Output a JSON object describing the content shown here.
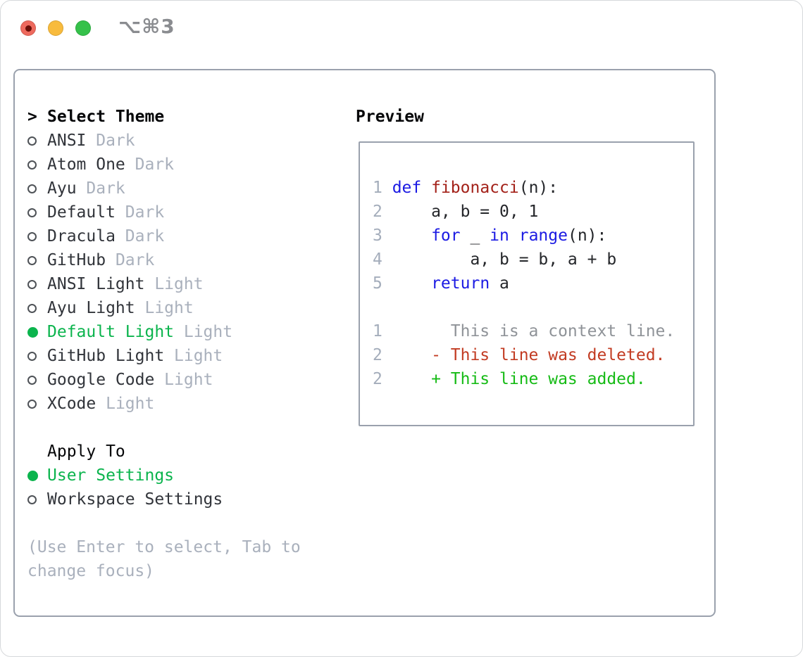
{
  "window": {
    "title": "⌥⌘3"
  },
  "theme_list": {
    "cursor": ">",
    "header": "Select Theme",
    "items": [
      {
        "name": "ANSI",
        "variant": "Dark",
        "selected": false
      },
      {
        "name": "Atom One",
        "variant": "Dark",
        "selected": false
      },
      {
        "name": "Ayu",
        "variant": "Dark",
        "selected": false
      },
      {
        "name": "Default",
        "variant": "Dark",
        "selected": false
      },
      {
        "name": "Dracula",
        "variant": "Dark",
        "selected": false
      },
      {
        "name": "GitHub",
        "variant": "Dark",
        "selected": false
      },
      {
        "name": "ANSI Light",
        "variant": "Light",
        "selected": false
      },
      {
        "name": "Ayu Light",
        "variant": "Light",
        "selected": false
      },
      {
        "name": "Default Light",
        "variant": "Light",
        "selected": true
      },
      {
        "name": "GitHub Light",
        "variant": "Light",
        "selected": false
      },
      {
        "name": "Google Code",
        "variant": "Light",
        "selected": false
      },
      {
        "name": "XCode",
        "variant": "Light",
        "selected": false
      }
    ]
  },
  "apply_to": {
    "header": "Apply To",
    "options": [
      {
        "label": "User Settings",
        "selected": true
      },
      {
        "label": "Workspace Settings",
        "selected": false
      }
    ]
  },
  "hint": "(Use Enter to select, Tab to change focus)",
  "preview": {
    "title": "Preview",
    "lines": [
      {
        "num": "1",
        "segments": [
          {
            "t": "def",
            "c": "kw"
          },
          {
            "t": " ",
            "c": "pl"
          },
          {
            "t": "fibonacci",
            "c": "fn"
          },
          {
            "t": "(n):",
            "c": "pl"
          }
        ]
      },
      {
        "num": "2",
        "segments": [
          {
            "t": "    a, b = 0, 1",
            "c": "pl"
          }
        ]
      },
      {
        "num": "3",
        "segments": [
          {
            "t": "    ",
            "c": "pl"
          },
          {
            "t": "for",
            "c": "kw"
          },
          {
            "t": " _ ",
            "c": "pl"
          },
          {
            "t": "in",
            "c": "kw"
          },
          {
            "t": " ",
            "c": "pl"
          },
          {
            "t": "range",
            "c": "kw"
          },
          {
            "t": "(n):",
            "c": "pl"
          }
        ]
      },
      {
        "num": "4",
        "segments": [
          {
            "t": "        a, b = b, a + b",
            "c": "pl"
          }
        ]
      },
      {
        "num": "5",
        "segments": [
          {
            "t": "    ",
            "c": "pl"
          },
          {
            "t": "return",
            "c": "kw"
          },
          {
            "t": " a",
            "c": "pl"
          }
        ]
      },
      {
        "num": "",
        "segments": []
      },
      {
        "num": "1",
        "segments": [
          {
            "t": "      This is a context line.",
            "c": "ctx"
          }
        ]
      },
      {
        "num": "2",
        "segments": [
          {
            "t": "    - This line was deleted.",
            "c": "del"
          }
        ]
      },
      {
        "num": "2",
        "segments": [
          {
            "t": "    + This line was added.",
            "c": "add"
          }
        ]
      }
    ]
  },
  "colors": {
    "accent_green": "#0bb44d",
    "added_green": "#16bb16",
    "deleted_red": "#c23b22",
    "keyword_blue": "#1b1ae3",
    "function_red": "#a32119",
    "context_gray": "#8f9398",
    "muted_gray": "#a9b0bc",
    "line_number_gray": "#a4adbb",
    "text_dark": "#31343a",
    "heading_black": "#050608",
    "code_text": "#24262a",
    "circle_gray": "#4e5257",
    "border_gray": "#9aa1ad",
    "titlebar_gray": "#8a8c90",
    "traffic_red": "#ee6a5e",
    "traffic_red_dot": "#6b0f08",
    "traffic_yellow": "#f8bb3d",
    "traffic_green": "#35c14a"
  }
}
